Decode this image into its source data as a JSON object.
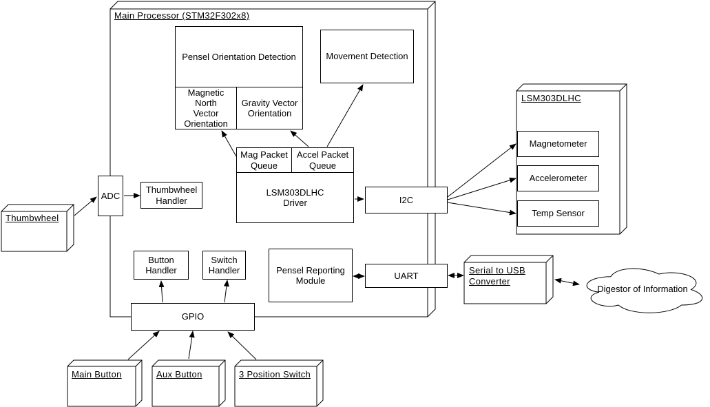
{
  "colors": {
    "stroke": "#000000",
    "fill": "#ffffff"
  },
  "containers": {
    "main_processor": {
      "title": "Main Processor (STM32F302x8)"
    },
    "lsm303dlhc": {
      "title": "LSM303DLHC"
    },
    "thumbwheel": {
      "title": "Thumbwheel"
    },
    "serial_usb": {
      "title_lines": [
        "Serial to USB",
        "Converter"
      ]
    },
    "main_button": {
      "title": "Main Button"
    },
    "aux_button": {
      "title": "Aux Button"
    },
    "position_switch": {
      "title": "3 Position Switch"
    }
  },
  "nodes": {
    "pensel_orientation": [
      "Pensel Orientation Detection"
    ],
    "magnetic_north": [
      "Magnetic North",
      "Vector",
      "Orientation"
    ],
    "gravity_vector": [
      "Gravity Vector",
      "Orientation"
    ],
    "movement_detection": [
      "Movement Detection"
    ],
    "mag_queue": [
      "Mag Packet",
      "Queue"
    ],
    "accel_queue": [
      "Accel Packet",
      "Queue"
    ],
    "lsm_driver": [
      "LSM303DLHC",
      "Driver"
    ],
    "i2c": [
      "I2C"
    ],
    "uart": [
      "UART"
    ],
    "pensel_reporting": [
      "Pensel Reporting",
      "Module"
    ],
    "thumbwheel_handler": [
      "Thumbwheel",
      "Handler"
    ],
    "adc": [
      "ADC"
    ],
    "button_handler": [
      "Button",
      "Handler"
    ],
    "switch_handler": [
      "Switch",
      "Handler"
    ],
    "gpio": [
      "GPIO"
    ],
    "magnetometer": [
      "Magnetometer"
    ],
    "accelerometer": [
      "Accelerometer"
    ],
    "temp_sensor": [
      "Temp Sensor"
    ],
    "cloud": [
      "Digestor of Information"
    ]
  }
}
